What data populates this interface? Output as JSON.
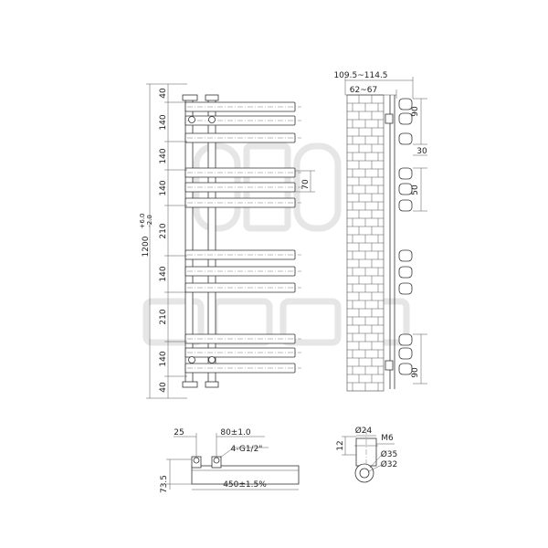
{
  "front_view": {
    "left_segments": [
      "40",
      "140",
      "140",
      "140",
      "210",
      "140",
      "210",
      "140",
      "40"
    ],
    "height_label": "1200",
    "height_tol_plus": "+6.0",
    "height_tol_minus": "-2.0",
    "bar_height_label": "70"
  },
  "side_view": {
    "top_outer_label": "109.5~114.5",
    "top_inner_label": "62~67",
    "right_labels": [
      "90",
      "30",
      "50",
      "90"
    ]
  },
  "bottom_view": {
    "offset_label": "25",
    "center_label": "80±1.0",
    "thread_label": "4-G1/2\"",
    "width_label": "450±1.5%",
    "depth_label": "73.5"
  },
  "bracket_view": {
    "d24_label": "Ø24",
    "m6_label": "M6",
    "h12_label": "12",
    "d35_label": "Ø35",
    "d32_label": "Ø32"
  }
}
